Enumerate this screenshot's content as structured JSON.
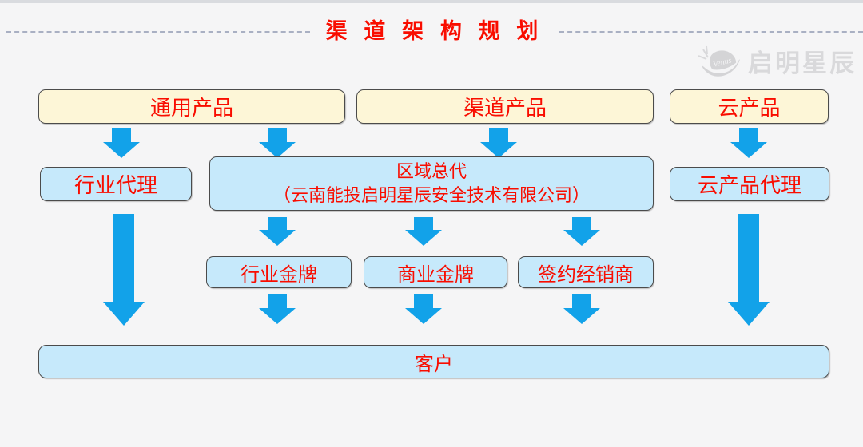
{
  "page": {
    "title": "渠 道 架 构 规 划"
  },
  "logo": {
    "brand_text": "启明星辰",
    "swoosh_text": "Venus"
  },
  "colors": {
    "title_red": "#f90d00",
    "arrow_blue": "#12a2e9",
    "product_box_fill": "#fdf6d7",
    "channel_box_fill": "#c6e9fb",
    "box_border": "#4b4b4b"
  },
  "diagram": {
    "products": [
      {
        "label": "通用产品"
      },
      {
        "label": "渠道产品"
      },
      {
        "label": "云产品"
      }
    ],
    "tier2": {
      "industry_agent": "行业代理",
      "regional_master_line1": "区域总代",
      "regional_master_line2": "（云南能投启明星辰安全技术有限公司）",
      "cloud_agent": "云产品代理"
    },
    "tier3": [
      {
        "label": "行业金牌"
      },
      {
        "label": "商业金牌"
      },
      {
        "label": "签约经销商"
      }
    ],
    "customer": {
      "label": "客户"
    }
  }
}
